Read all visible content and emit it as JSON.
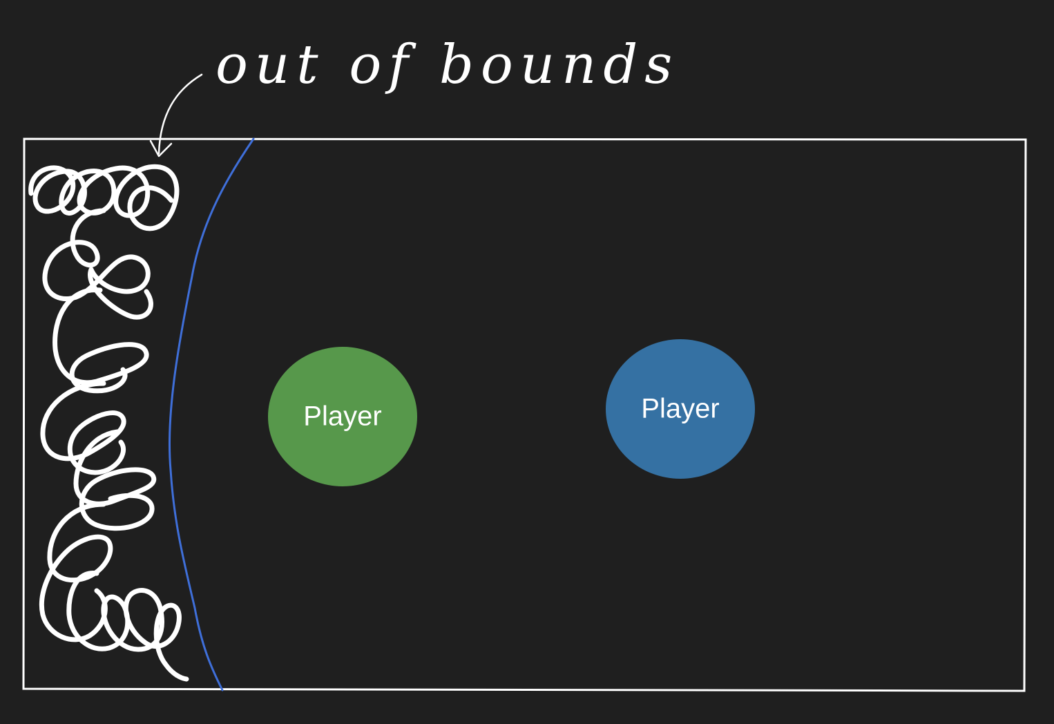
{
  "annotation": {
    "text": "out of bounds"
  },
  "colors": {
    "background": "#1f1f1f",
    "field_border": "#ffffff",
    "boundary_line": "#3f6fd9",
    "player_left": "#57984b",
    "player_right": "#3571a3"
  },
  "players": [
    {
      "label": "Player",
      "color": "#57984b"
    },
    {
      "label": "Player",
      "color": "#3571a3"
    }
  ]
}
